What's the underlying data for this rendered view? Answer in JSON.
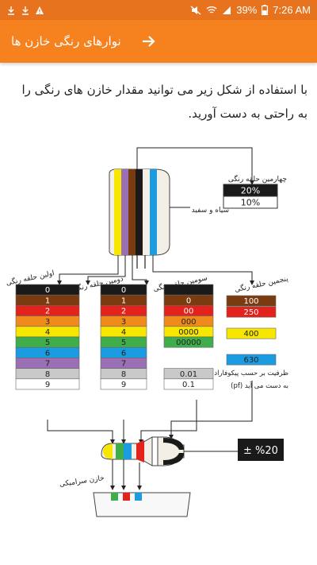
{
  "status_bar": {
    "battery": "39%",
    "time": "7:26 AM"
  },
  "app_bar": {
    "title": "نوارهای رنگی خازن ها"
  },
  "intro_text": "با استفاده از شکل زیر می توانید مقدار خازن های رنگی را به راحتی به دست آورید.",
  "diagram": {
    "labels": {
      "ring4": "چهارمین حلقه رنگی",
      "black_white": "سیاه و سفید",
      "ring1": "اولین حلقه رنگی",
      "ring2": "دومین حلقه رنگی",
      "ring3": "سومین حلقه رنگی",
      "ring5": "پنجمین حلقه رنگی",
      "capacity_line1": "ظرفیت بر حسب پیکوفاراد",
      "capacity_line2": "(pf) به دست می آید",
      "ceramic": "خازن سرامیکی"
    },
    "tolerance": [
      "20%",
      "10%"
    ],
    "tolerance_box": "± %20",
    "digits": [
      "0",
      "1",
      "2",
      "3",
      "4",
      "5",
      "6",
      "7",
      "8",
      "9"
    ],
    "digit_colors": [
      "#1a1a1a",
      "#7a3b10",
      "#e3231b",
      "#f08a1d",
      "#f6e600",
      "#3fae4a",
      "#1b9be0",
      "#9b6fb3",
      "#c9c9c9",
      "#ffffff"
    ],
    "multipliers": [
      "0",
      "00",
      "000",
      "0000",
      "00000"
    ],
    "multiplier_extra": [
      "0.01",
      "0.1"
    ],
    "ring5_values": [
      "100",
      "250",
      "400",
      "630"
    ],
    "ring5_colors": [
      "#7a3b10",
      "#e3231b",
      "#f6e600",
      "#1b9be0"
    ]
  }
}
